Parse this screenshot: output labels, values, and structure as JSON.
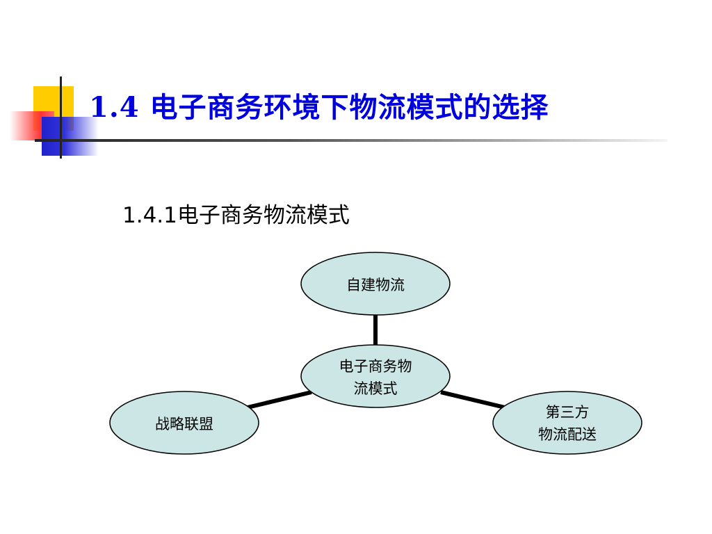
{
  "slide": {
    "title": "1.4  电子商务环境下物流模式的选择",
    "subtitle": "1.4.1电子商务物流模式"
  },
  "diagram": {
    "center": {
      "lines": [
        "电子商务物",
        "流模式"
      ]
    },
    "nodes": [
      {
        "id": "self-built",
        "lines": [
          "自建物流"
        ]
      },
      {
        "id": "strategic-alliance",
        "lines": [
          "战略联盟"
        ]
      },
      {
        "id": "third-party",
        "lines": [
          "第三方",
          "物流配送"
        ]
      }
    ]
  },
  "colors": {
    "title": "#0000dd",
    "node_fill": "#cce6e6",
    "node_stroke": "#000000",
    "connector": "#000000"
  }
}
